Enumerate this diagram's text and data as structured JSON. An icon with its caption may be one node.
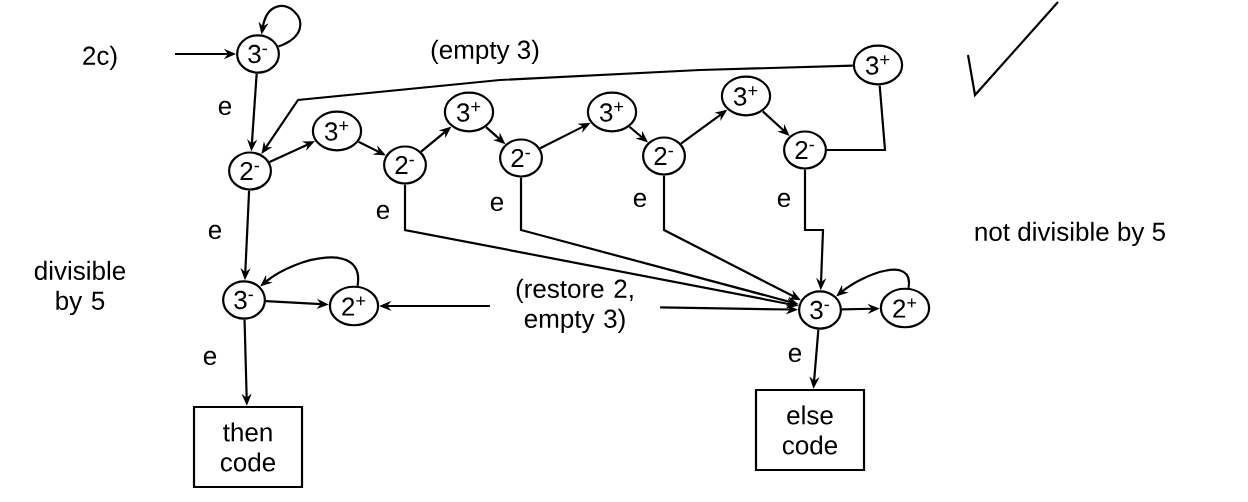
{
  "diagram": {
    "nodes": [
      {
        "text": [
          "3$^{-}$"
        ]
      },
      {
        "text": [
          "3$^{+}$"
        ]
      },
      {
        "text": [
          "2$^{-}$"
        ]
      },
      {
        "text": [
          "3$^{+}$"
        ]
      },
      {
        "text": [
          "2$^{-}$"
        ]
      },
      {
        "text": [
          "3$^{+}$"
        ]
      },
      {
        "text": [
          "2$^{-}$"
        ]
      },
      {
        "text": [
          "3$^{+}$"
        ]
      },
      {
        "text": [
          "2$^{-}$"
        ]
      },
      {
        "text": [
          "3$^{+}$"
        ]
      },
      {
        "text": [
          "2$^{-}$"
        ]
      },
      {
        "text": [
          "3$^{-}$"
        ]
      },
      {
        "text": [
          "2$^{+}$"
        ]
      },
      {
        "text": [
          "(restore 2, empty 3)"
        ]
      },
      {
        "text": [
          "3$^{-}$"
        ]
      },
      {
        "text": [
          "2$^{+}$"
        ]
      },
      {
        "text": [
          "then code"
        ]
      },
      {
        "text": [
          "else code"
        ]
      }
    ],
    "edges": [
      {
        "from": null,
        "to": 0,
        "arrow": "to"
      },
      {
        "from": 0,
        "to": 0,
        "arrow": "to"
      },
      {
        "from": 0,
        "to": 2,
        "arrow": "to",
        "label": "e"
      },
      {
        "from": 2,
        "to": 3,
        "arrow": "to"
      },
      {
        "from": 3,
        "to": 4,
        "arrow": "to"
      },
      {
        "from": 4,
        "to": 5,
        "arrow": "to"
      },
      {
        "from": 5,
        "to": 6,
        "arrow": "to"
      },
      {
        "from": 6,
        "to": 7,
        "arrow": "to"
      },
      {
        "from": 7,
        "to": 8,
        "arrow": "to"
      },
      {
        "from": 8,
        "to": 9,
        "arrow": "to"
      },
      {
        "from": 9,
        "to": 10,
        "arrow": "to"
      },
      {
        "from": 10,
        "to": 1,
        "arrow": "none"
      },
      {
        "from": 1,
        "to": 2,
        "arrow": "to"
      },
      {
        "from": 2,
        "to": 11,
        "arrow": "to",
        "label": "e"
      },
      {
        "from": 4,
        "to": 14,
        "arrow": "to",
        "label": "e"
      },
      {
        "from": 6,
        "to": 14,
        "arrow": "to",
        "label": "e"
      },
      {
        "from": 8,
        "to": 14,
        "arrow": "to",
        "label": "e"
      },
      {
        "from": 10,
        "to": 14,
        "arrow": "to",
        "label": "e"
      },
      {
        "from": 11,
        "to": 12,
        "arrow": "to"
      },
      {
        "from": 12,
        "to": 11,
        "arrow": "to"
      },
      {
        "from": 13,
        "to": 12,
        "arrow": "to"
      },
      {
        "from": 13,
        "to": 14,
        "arrow": "to"
      },
      {
        "from": 14,
        "to": 15,
        "arrow": "to"
      },
      {
        "from": 15,
        "to": 14,
        "arrow": "to"
      },
      {
        "from": 11,
        "to": 16,
        "arrow": "to",
        "label": "e"
      },
      {
        "from": 14,
        "to": 17,
        "arrow": "to",
        "label": "e"
      }
    ],
    "labels": [
      "2c)",
      "(empty 3)",
      "divisible by 5",
      "not divisible by 5"
    ]
  }
}
